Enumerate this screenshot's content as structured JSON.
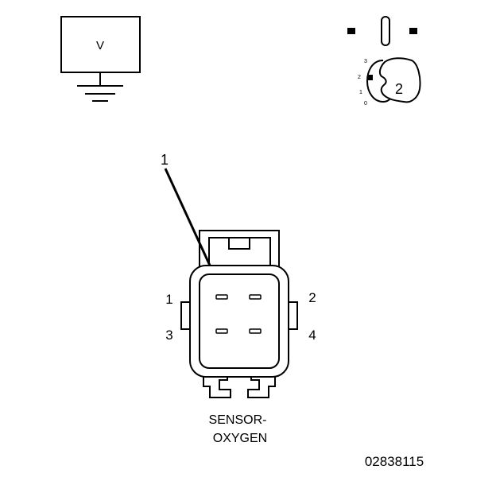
{
  "voltmeter": {
    "symbol": "V"
  },
  "ignition_switch": {
    "positions": [
      "3",
      "2",
      "1",
      "0"
    ],
    "selected_position": "2",
    "key_label": "2"
  },
  "callout": {
    "number": "1"
  },
  "connector": {
    "pin_labels": [
      "1",
      "2",
      "3",
      "4"
    ],
    "name_lines": [
      "SENSOR-",
      "OXYGEN"
    ]
  },
  "figure_id": "02838115"
}
